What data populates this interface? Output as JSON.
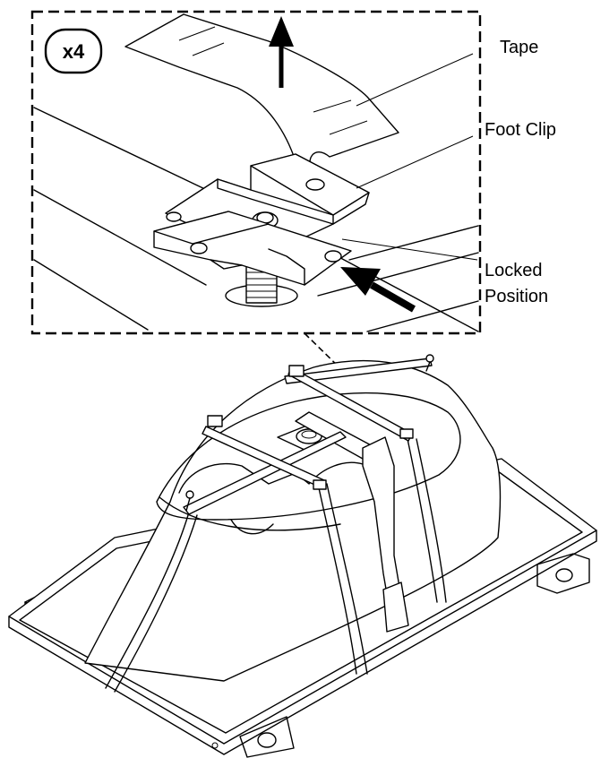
{
  "diagram": {
    "quantity_badge": "x4",
    "labels": {
      "tape": "Tape",
      "foot_clip": "Foot Clip",
      "locked_line1": "Locked",
      "locked_line2": "Position"
    },
    "icons": [
      "lift-up-arrow-icon",
      "push-in-arrow-icon"
    ]
  }
}
